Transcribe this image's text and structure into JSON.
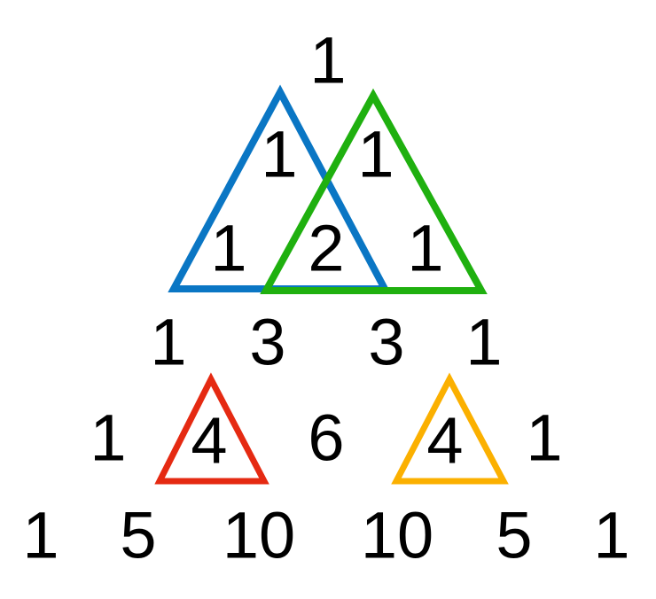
{
  "title": "Pascal's triangle",
  "rows": [
    [
      "1"
    ],
    [
      "1",
      "1"
    ],
    [
      "1",
      "2",
      "1"
    ],
    [
      "1",
      "3",
      "3",
      "1"
    ],
    [
      "1",
      "4",
      "6",
      "4",
      "1"
    ],
    [
      "1",
      "5",
      "10",
      "10",
      "5",
      "1"
    ]
  ],
  "highlights": [
    {
      "name": "blue",
      "color": "#0a76c4",
      "covers": "rows 1-2, left entries"
    },
    {
      "name": "green",
      "color": "#1fb00f",
      "covers": "rows 1-2, right entries"
    },
    {
      "name": "red",
      "color": "#e52a12",
      "covers": "row 4, entry 2"
    },
    {
      "name": "orange",
      "color": "#fbb000",
      "covers": "row 4, entry 4"
    }
  ]
}
